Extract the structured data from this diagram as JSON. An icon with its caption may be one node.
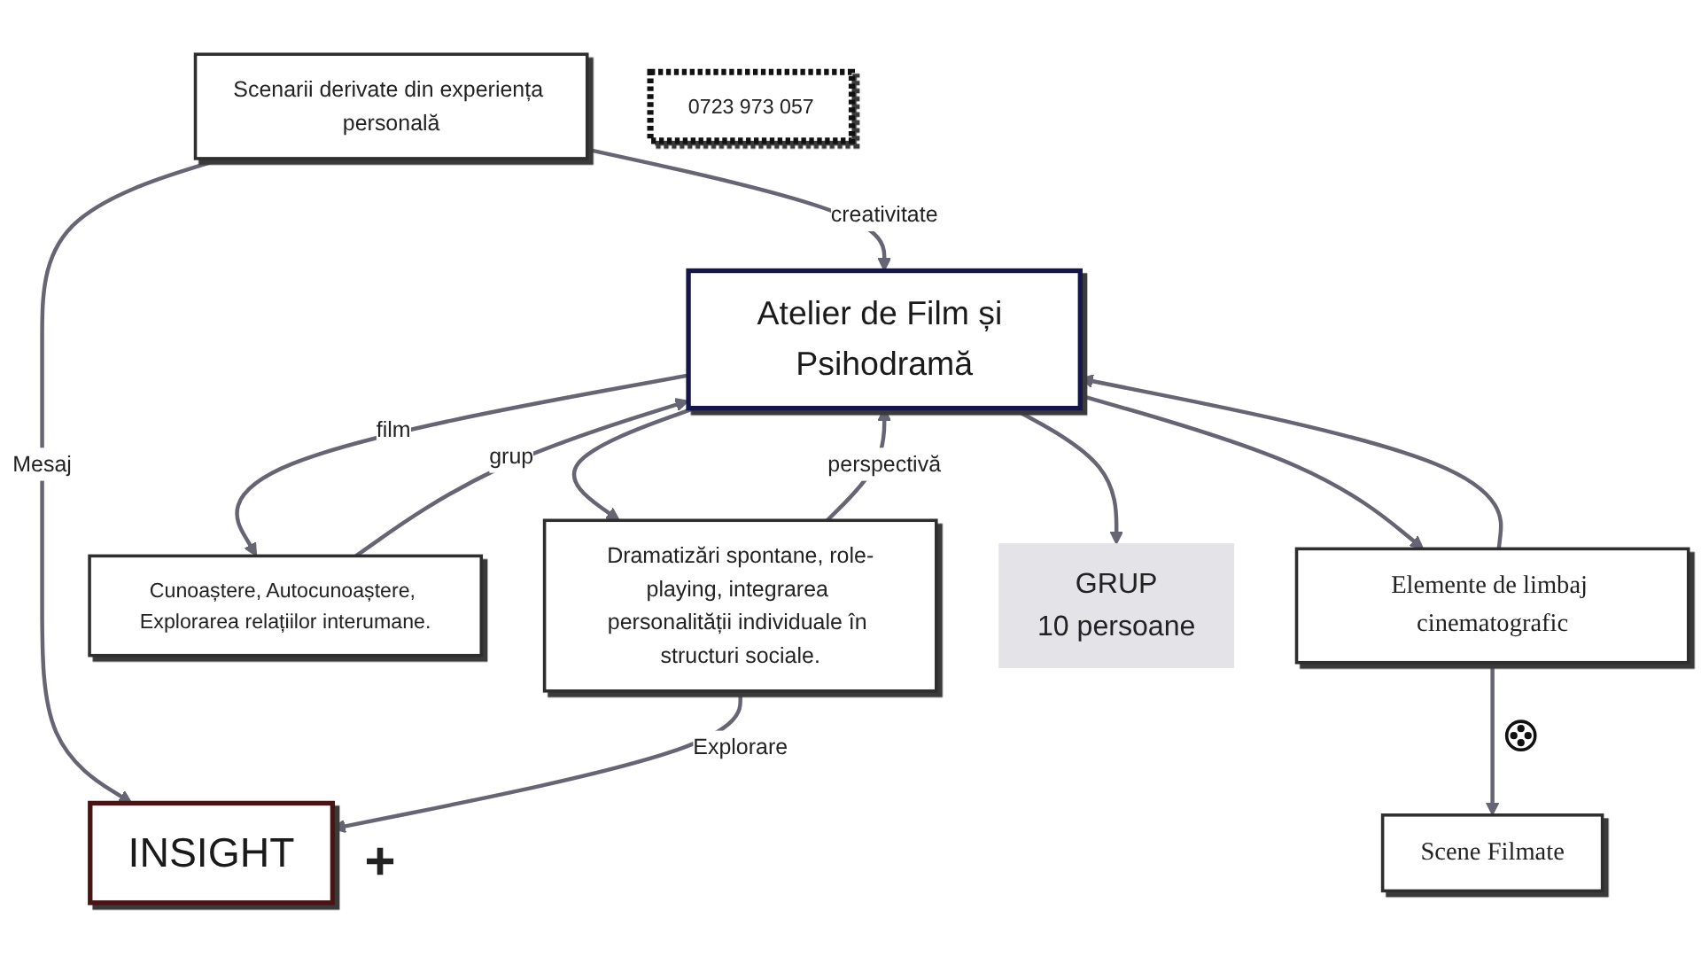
{
  "diagram": {
    "nodes": [
      {
        "text": [
          "Scenarii derivate din experiența personală"
        ]
      },
      {
        "text": [
          "Elemente de limbaj cinematografic"
        ]
      },
      {
        "text": [
          "Scene Filmate"
        ]
      },
      {
        "text": [
          "INSIGHT"
        ]
      },
      {
        "text": [
          "Atelier de Film și Psihodramă"
        ]
      },
      {
        "text": [
          "Cunoaștere, Autocunoaștere, Explorarea relațiilor interumane."
        ]
      },
      {
        "text": [
          "Dramatizări spontane, role-playing, integrarea personalității individuale în structuri sociale."
        ]
      },
      {
        "text": [
          "GRUP",
          "10 persoane"
        ]
      },
      {
        "text": [
          "0723 973 057"
        ]
      }
    ],
    "edges": [
      {
        "from": 0,
        "to": 3,
        "arrow": "to",
        "label": "Mesaj"
      },
      {
        "from": 0,
        "to": 4,
        "arrow": "to",
        "label": "creativitate"
      },
      {
        "from": 1,
        "to": 2,
        "arrow": "to"
      },
      {
        "from": 1,
        "to": 4,
        "arrow": "to"
      },
      {
        "from": 4,
        "to": 1,
        "arrow": "to"
      },
      {
        "from": 4,
        "to": 5,
        "arrow": "to",
        "label": "film"
      },
      {
        "from": 5,
        "to": 4,
        "arrow": "to",
        "label": "grup"
      },
      {
        "from": 6,
        "to": 3,
        "arrow": "to",
        "label": "Explorare"
      },
      {
        "from": 6,
        "to": 4,
        "arrow": "to",
        "label": "perspectivă"
      },
      {
        "from": 4,
        "to": 6,
        "arrow": "to"
      },
      {
        "from": 4,
        "to": 7,
        "arrow": "to"
      }
    ],
    "labels": [
      "+"
    ]
  }
}
